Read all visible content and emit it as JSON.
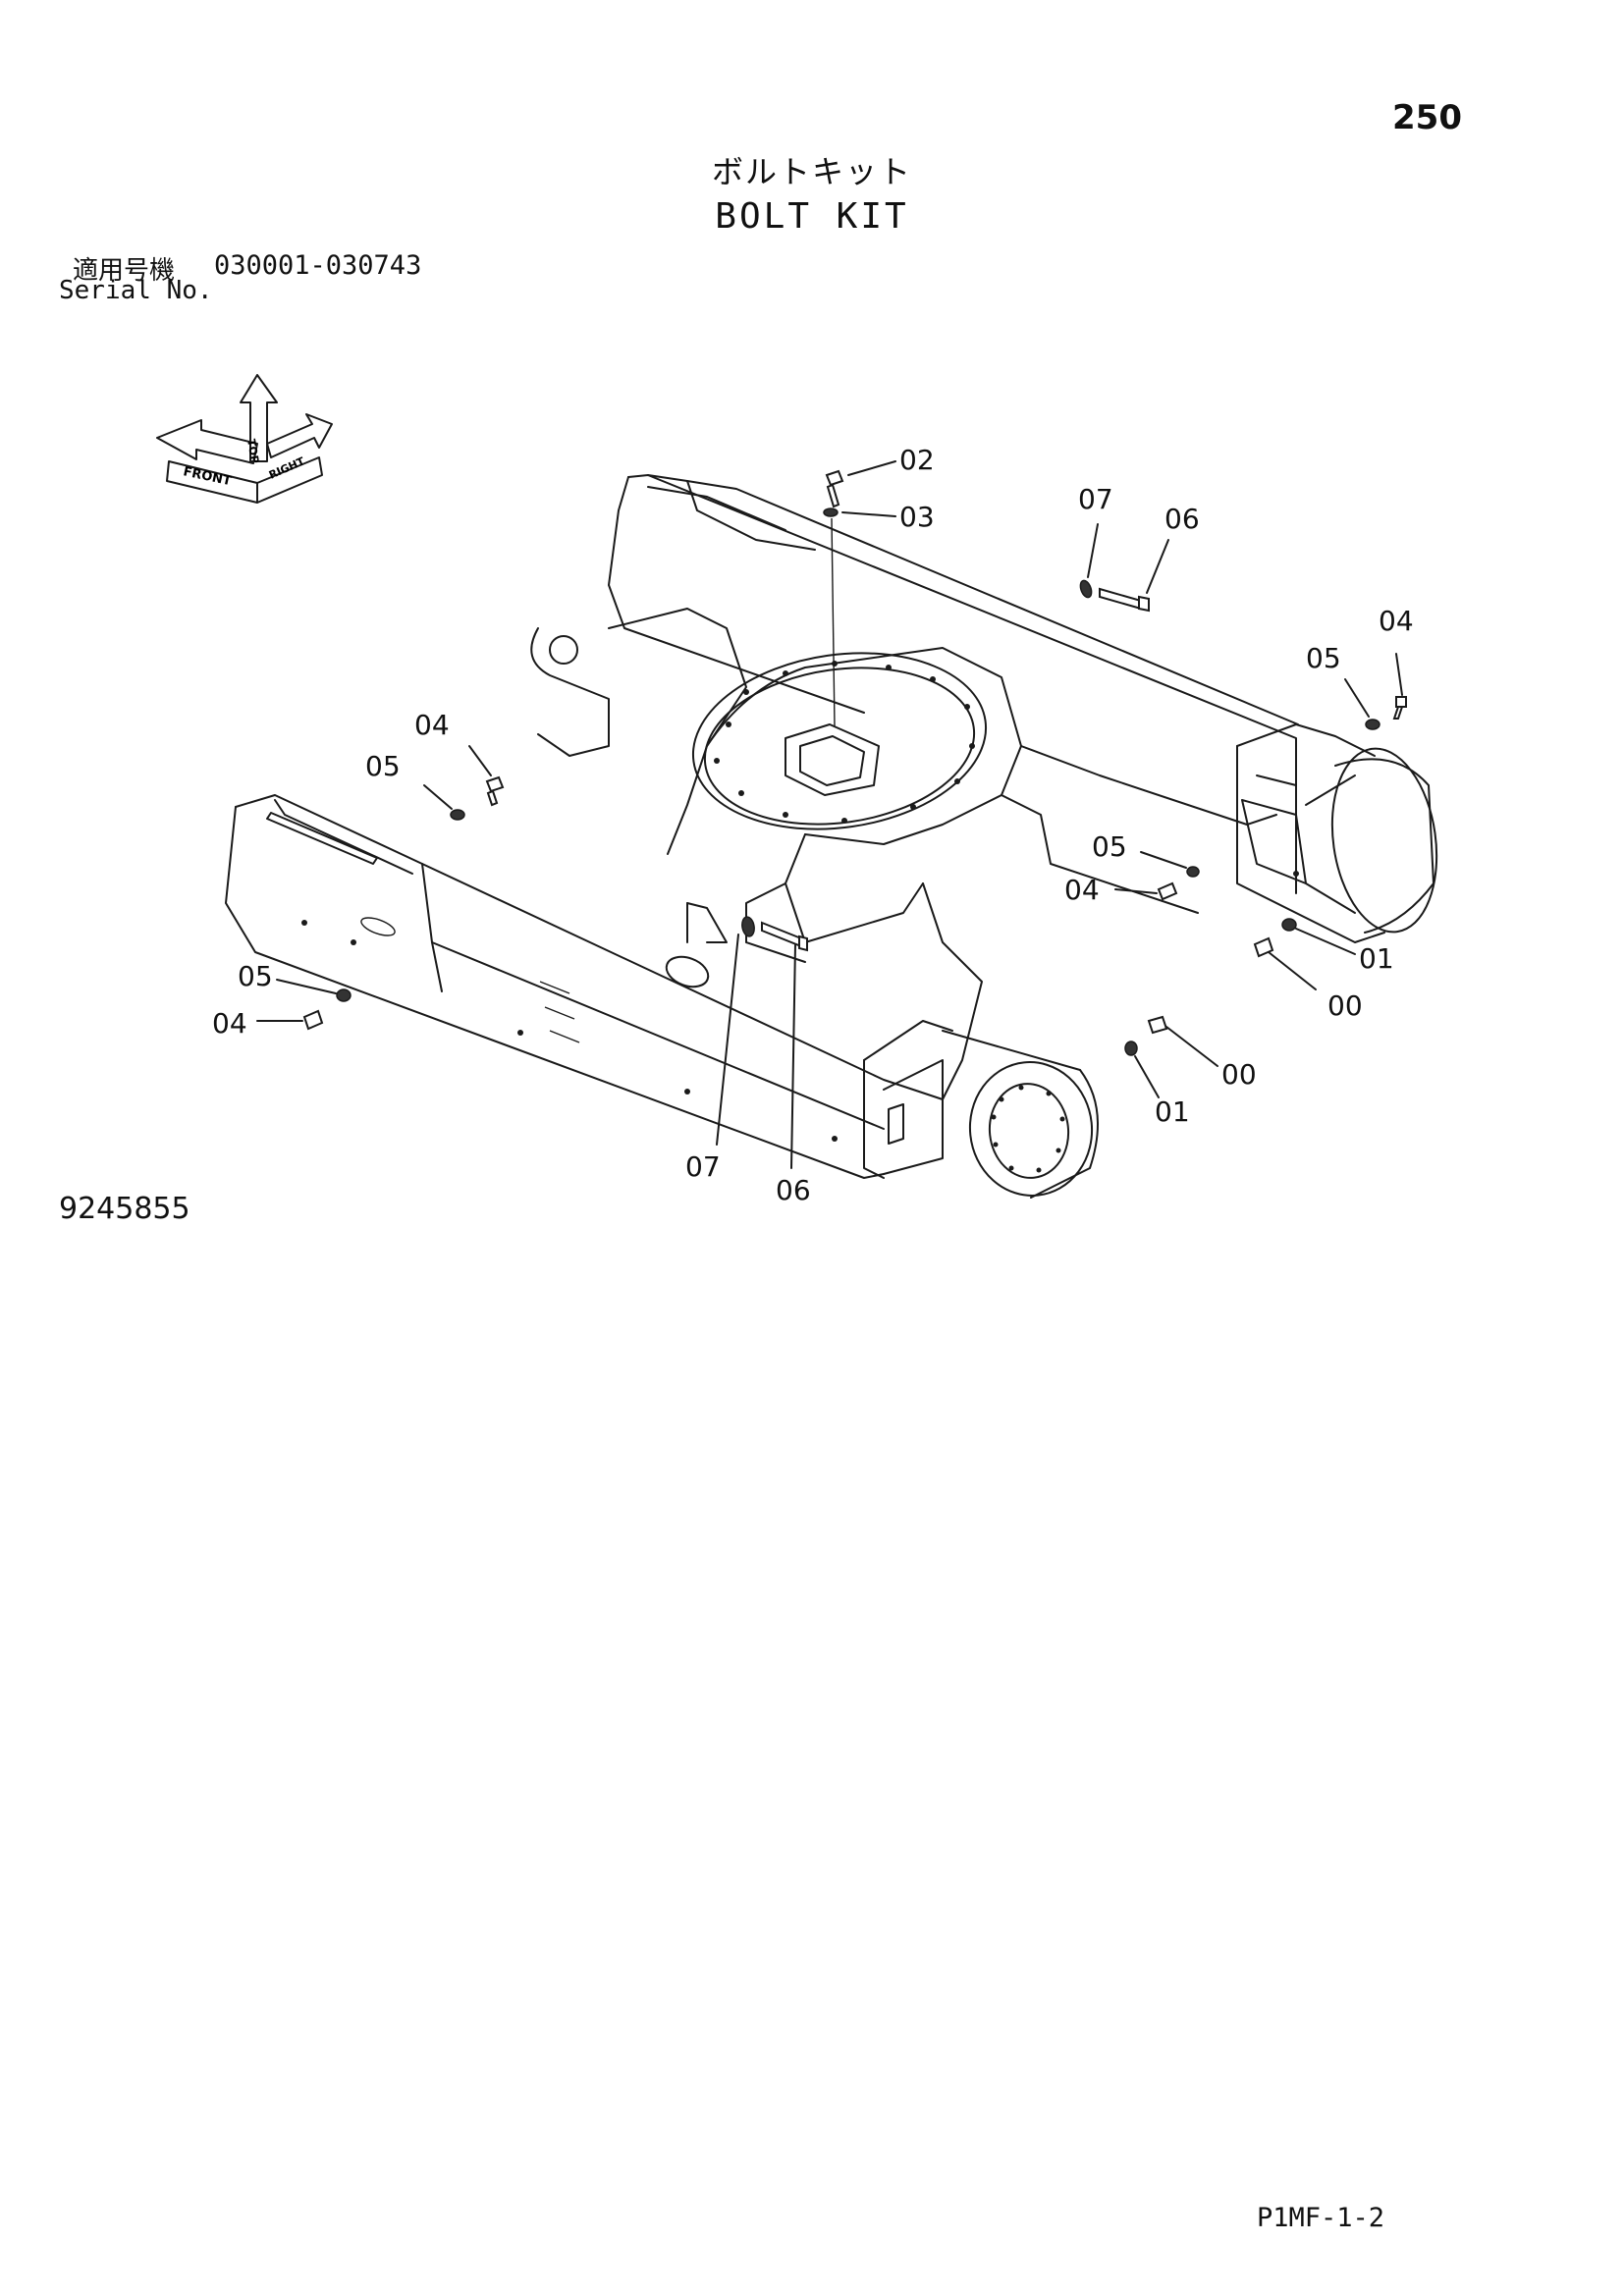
{
  "header": {
    "page_number": "250",
    "title_jp": "ボルトキット",
    "title_en": "BOLT KIT",
    "serial_label_jp": "適用号機",
    "serial_range": "030001-030743",
    "serial_label_en": "Serial No."
  },
  "orientation_icon": {
    "labels": [
      "FRONT",
      "TOP",
      "RIGHT"
    ]
  },
  "callouts": [
    {
      "id": "c-02-top",
      "label": "02"
    },
    {
      "id": "c-03-top",
      "label": "03"
    },
    {
      "id": "c-07-top",
      "label": "07"
    },
    {
      "id": "c-06-top",
      "label": "06"
    },
    {
      "id": "c-04-right",
      "label": "04"
    },
    {
      "id": "c-05-right",
      "label": "05"
    },
    {
      "id": "c-04-left",
      "label": "04"
    },
    {
      "id": "c-05-left",
      "label": "05"
    },
    {
      "id": "c-05-mid",
      "label": "05"
    },
    {
      "id": "c-04-mid",
      "label": "04"
    },
    {
      "id": "c-01-right",
      "label": "01"
    },
    {
      "id": "c-00-right",
      "label": "00"
    },
    {
      "id": "c-05-lowleft",
      "label": "05"
    },
    {
      "id": "c-04-lowleft",
      "label": "04"
    },
    {
      "id": "c-00-bottom",
      "label": "00"
    },
    {
      "id": "c-01-bottom",
      "label": "01"
    },
    {
      "id": "c-07-bottom",
      "label": "07"
    },
    {
      "id": "c-06-bottom",
      "label": "06"
    }
  ],
  "footer": {
    "figure_number": "9245855",
    "page_code": "P1MF-1-2"
  }
}
